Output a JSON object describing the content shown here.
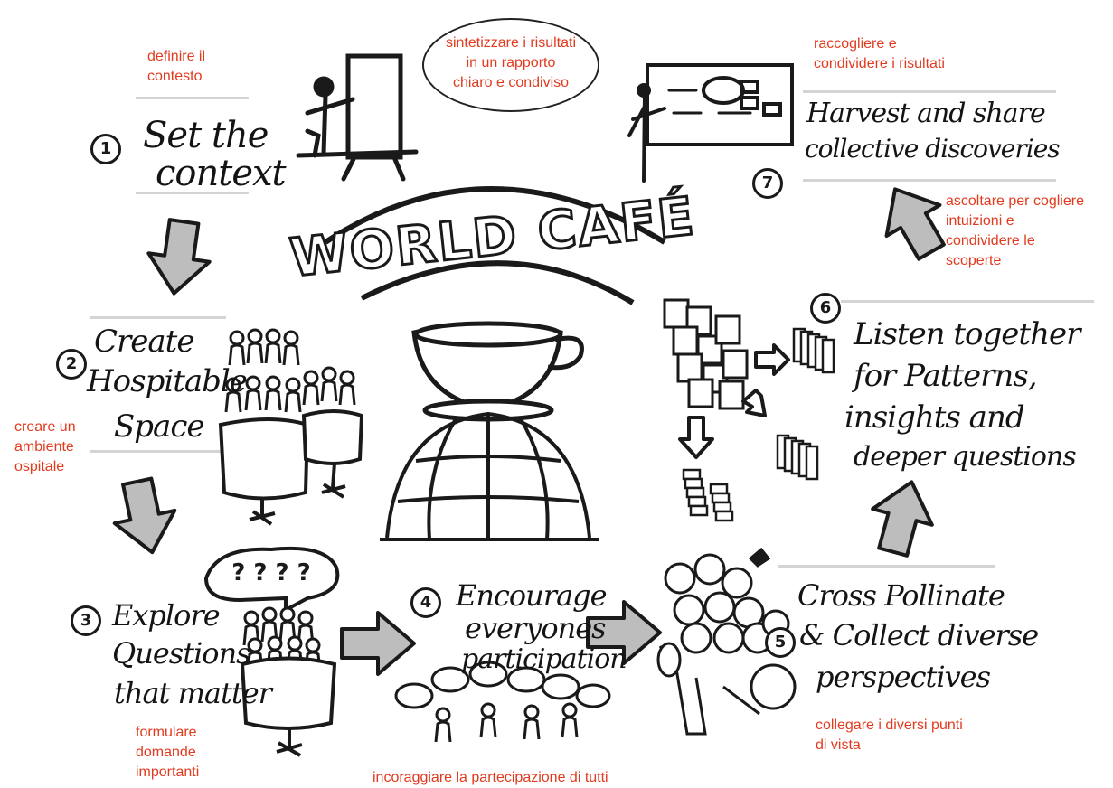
{
  "title": "WORLD CAFÉ",
  "summary_italian": "sintetizzare i risultati\nin un rapporto\nchiaro e condiviso",
  "steps": [
    {
      "number": "1",
      "english_lines": [
        "Set the",
        "context"
      ],
      "italian": "definire il\ncontesto"
    },
    {
      "number": "2",
      "english_lines": [
        "Create",
        "Hospitable",
        "Space"
      ],
      "italian": "creare un\nambiente\nospitale"
    },
    {
      "number": "3",
      "english_lines": [
        "Explore",
        "Questions",
        "that matter"
      ],
      "italian": "formulare\ndomande\nimportanti"
    },
    {
      "number": "4",
      "english_lines": [
        "Encourage",
        "everyones",
        "participation"
      ],
      "italian": "incoraggiare la partecipazione di tutti"
    },
    {
      "number": "5",
      "english_lines": [
        "Cross Pollinate",
        "& Collect diverse",
        "perspectives"
      ],
      "italian": "collegare i diversi punti\ndi vista"
    },
    {
      "number": "6",
      "english_lines": [
        "Listen together",
        "for Patterns,",
        "insights and",
        "deeper questions"
      ],
      "italian": "ascoltare per cogliere\nintuizioni e\ncondividere le\nscoperte"
    },
    {
      "number": "7",
      "english_lines": [
        "Harvest and share",
        "collective discoveries"
      ],
      "italian": "raccogliere e\ncondividere i risultati"
    }
  ],
  "speech_bubble": "? ? ? ?",
  "colors": {
    "ink": "#1a1a1a",
    "annotation": "#e23a1e",
    "rule": "#d4d4d4",
    "arrow_fill": "#bdbdbd"
  }
}
